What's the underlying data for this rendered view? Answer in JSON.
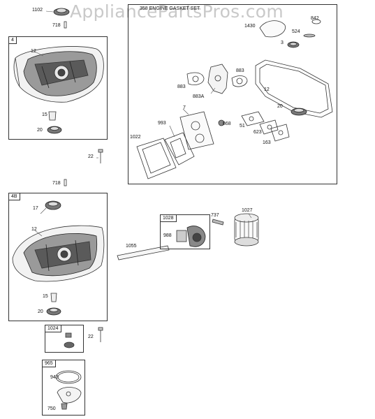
{
  "watermark": "AppliancePartsPros.com",
  "gasket_set": {
    "title": "358 ENGINE GASKET SET",
    "labels": {
      "p842": "842",
      "p1430": "1430",
      "p524": "524",
      "p3": "3",
      "p883a_top": "883",
      "p883_left": "883",
      "p883A": "883A",
      "p12": "12",
      "p7": "7",
      "p20": "20",
      "p993": "993",
      "p868": "868",
      "p51": "51",
      "p623": "623",
      "p163": "163",
      "p1022": "1022"
    }
  },
  "left_top": {
    "p1102": "1102",
    "p718": "718",
    "box_tag": "4",
    "p12": "12",
    "p15": "15",
    "p20": "20",
    "p22": "22",
    "p718b": "718"
  },
  "left_bottom": {
    "box_tag": "4B",
    "p17": "17",
    "p12": "12",
    "p15": "15",
    "p20": "20",
    "p1024_tag": "1024",
    "p22": "22",
    "p965_tag": "965",
    "p943": "943",
    "p750": "750"
  },
  "middle": {
    "p1055": "1055",
    "p1028_tag": "1028",
    "p988": "988",
    "p737": "737",
    "p1027": "1027"
  }
}
